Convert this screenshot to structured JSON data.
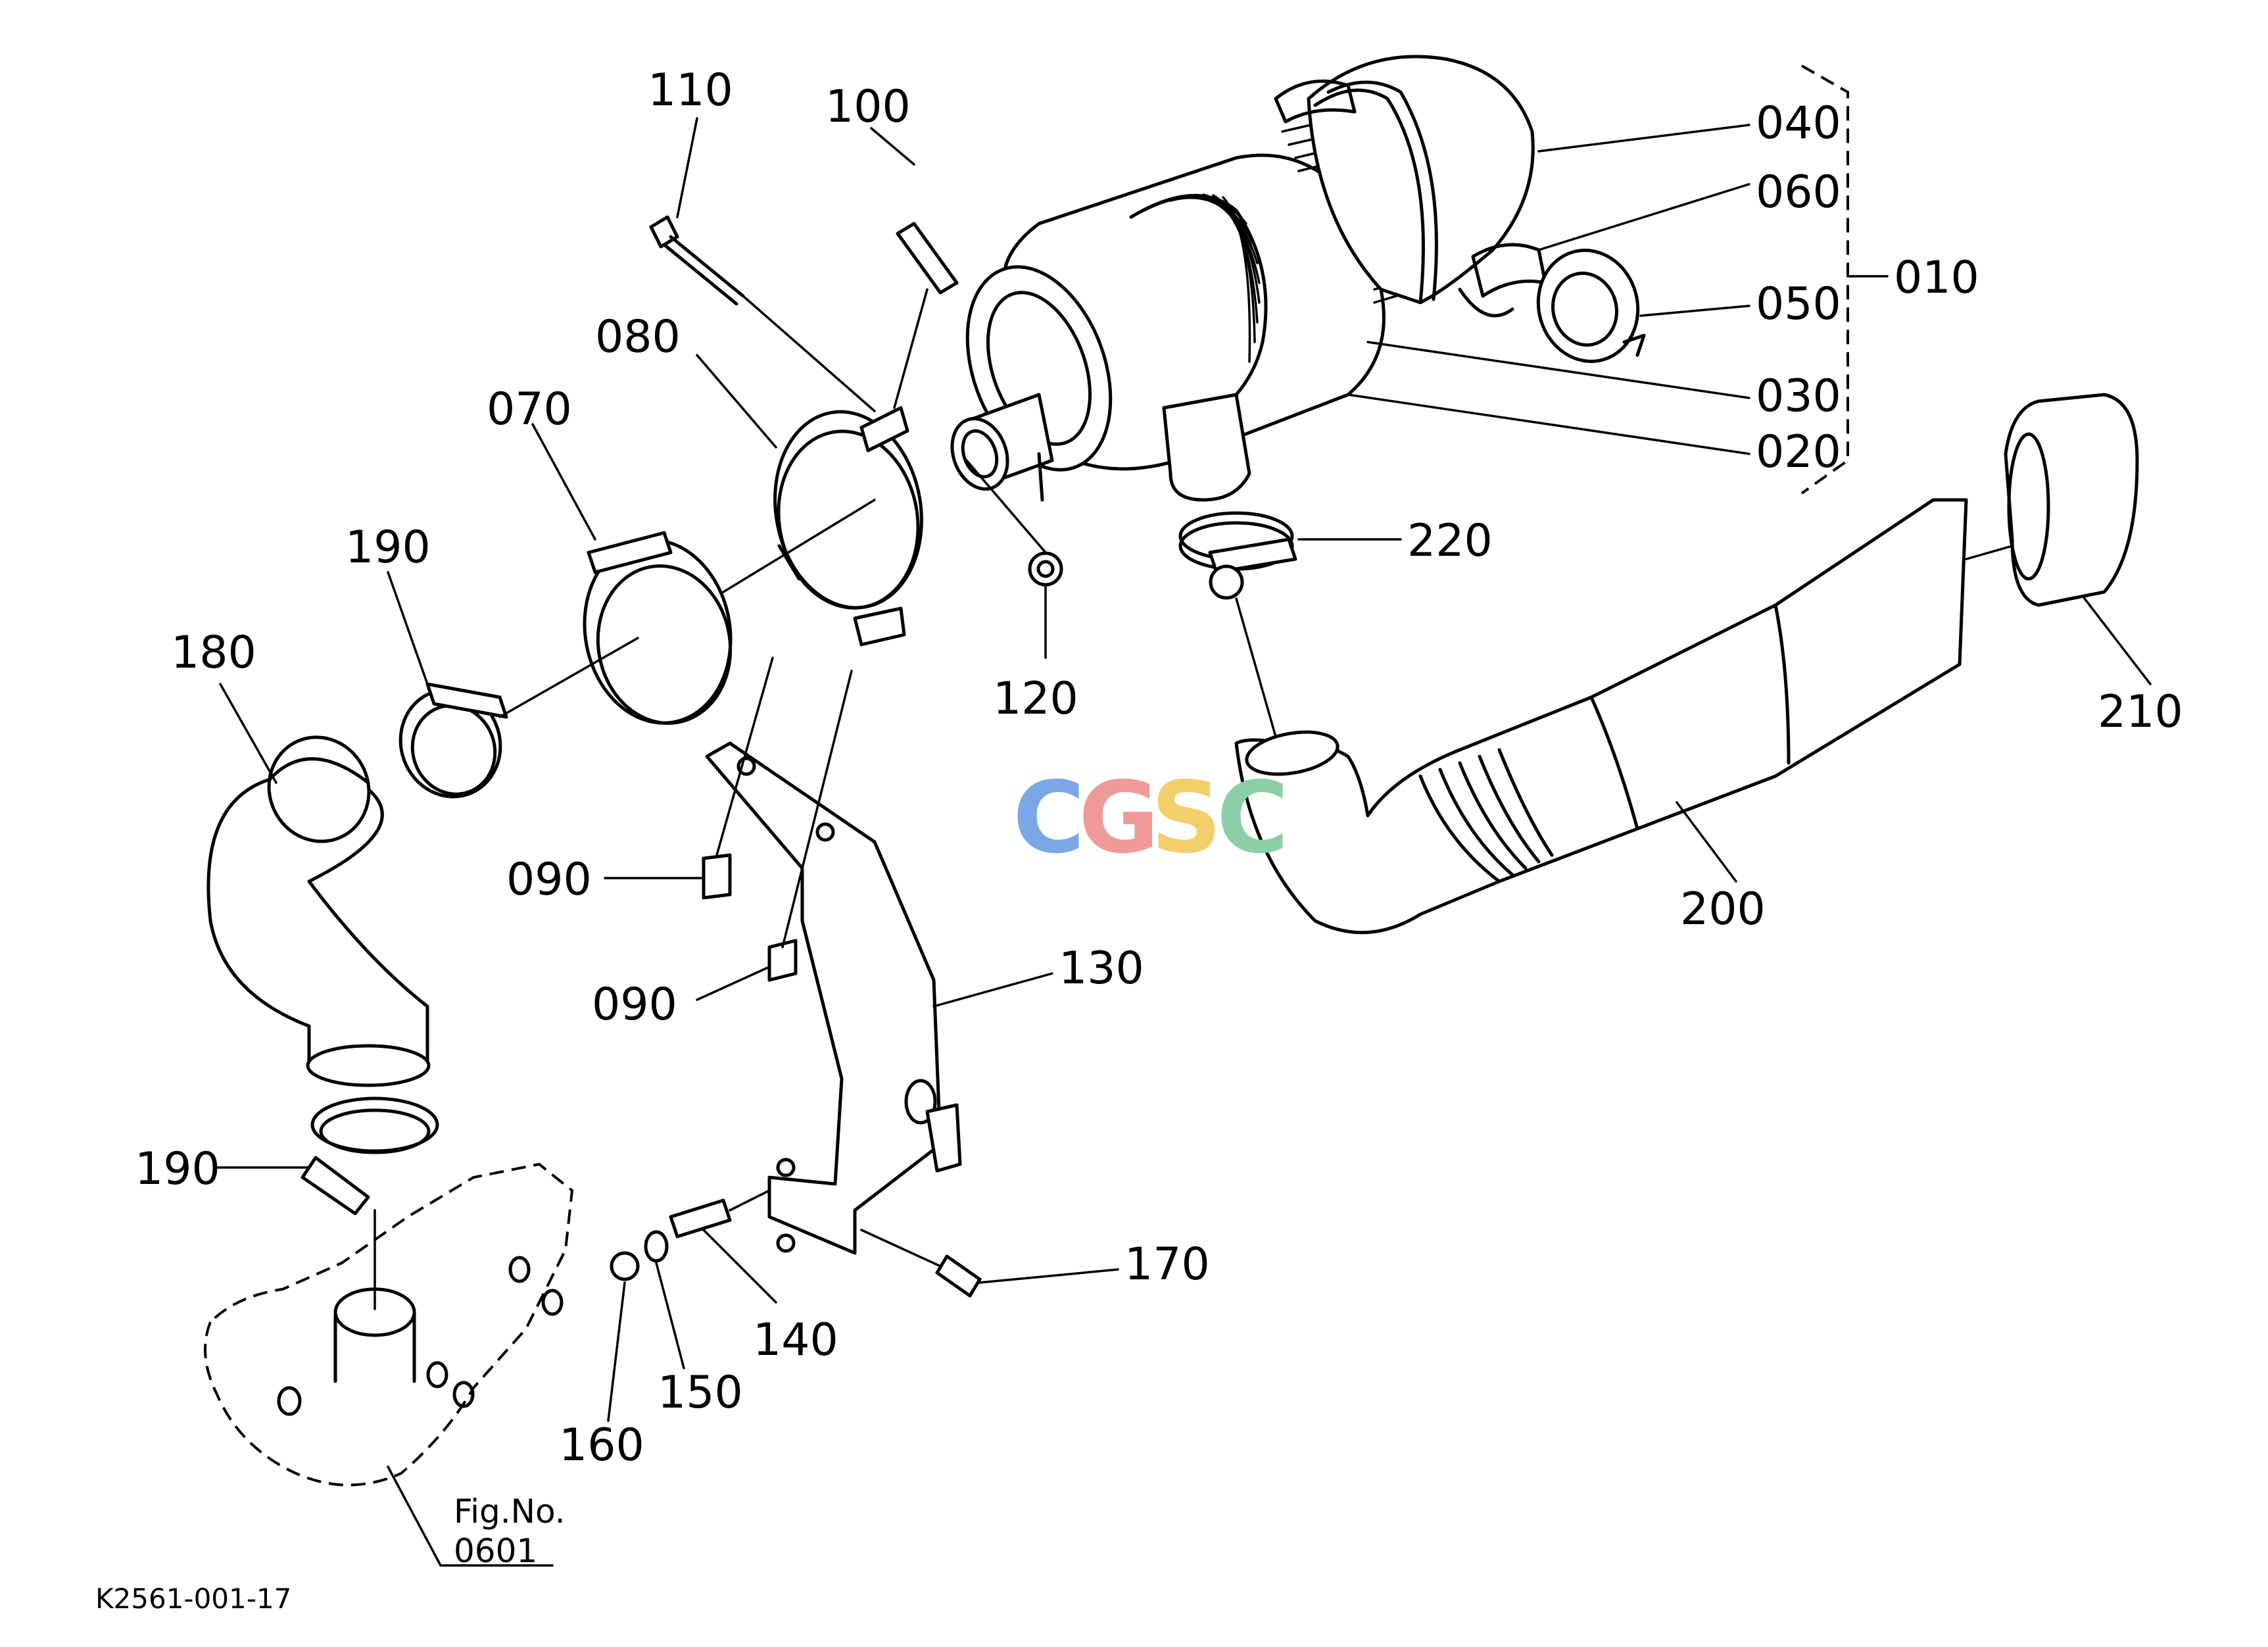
{
  "diagram": {
    "code": "K2561-001-17",
    "reference": {
      "line1": "Fig.No.",
      "line2": "0601"
    },
    "watermark": {
      "letters": [
        "C",
        "G",
        "S",
        "C"
      ],
      "colors": [
        "#7aa7e8",
        "#ef9a98",
        "#f3cf6a",
        "#8ccfa6"
      ]
    },
    "labels": {
      "p010": "010",
      "p020": "020",
      "p030": "030",
      "p040": "040",
      "p050": "050",
      "p060": "060",
      "p070": "070",
      "p080": "080",
      "p090a": "090",
      "p090b": "090",
      "p100": "100",
      "p110": "110",
      "p120": "120",
      "p130": "130",
      "p140": "140",
      "p150": "150",
      "p160": "160",
      "p170": "170",
      "p180": "180",
      "p190a": "190",
      "p190b": "190",
      "p200": "200",
      "p210": "210",
      "p220": "220"
    }
  }
}
